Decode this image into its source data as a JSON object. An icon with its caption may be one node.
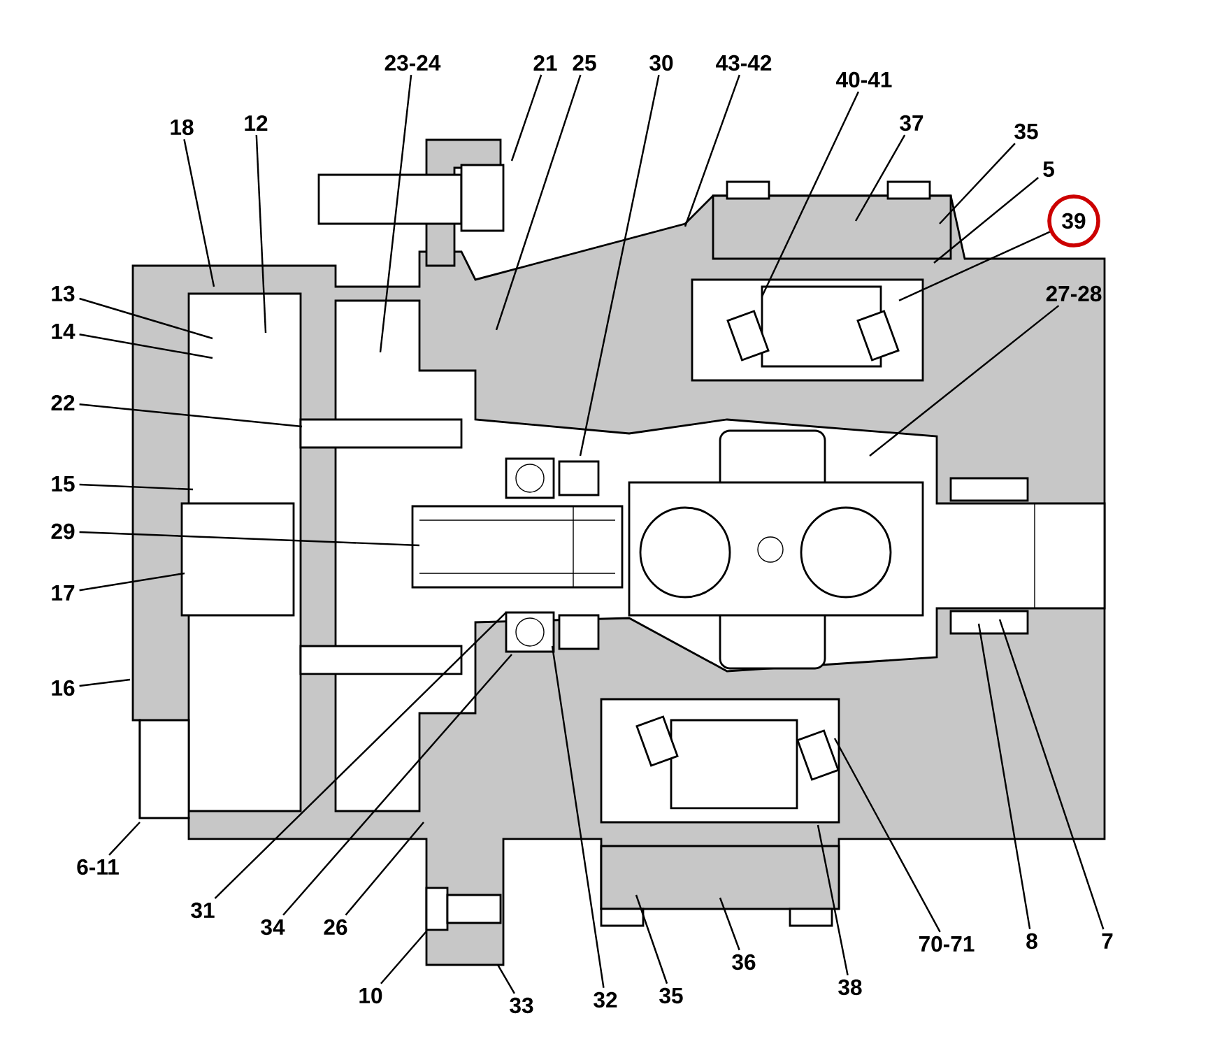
{
  "diagram": {
    "nodes": [
      {
        "text": [
          "23-24"
        ]
      },
      {
        "text": [
          "21"
        ]
      },
      {
        "text": [
          "25"
        ]
      },
      {
        "text": [
          "30"
        ]
      },
      {
        "text": [
          "43-42"
        ]
      },
      {
        "text": [
          "40-41"
        ]
      },
      {
        "text": [
          "37"
        ]
      },
      {
        "text": [
          "18"
        ]
      },
      {
        "text": [
          "12"
        ]
      },
      {
        "text": [
          "35"
        ]
      },
      {
        "text": [
          "5"
        ]
      },
      {
        "text": [
          "39"
        ]
      },
      {
        "text": [
          "13"
        ]
      },
      {
        "text": [
          "27-28"
        ]
      },
      {
        "text": [
          "14"
        ]
      },
      {
        "text": [
          "22"
        ]
      },
      {
        "text": [
          "15"
        ]
      },
      {
        "text": [
          "29"
        ]
      },
      {
        "text": [
          "17"
        ]
      },
      {
        "text": [
          "16"
        ]
      },
      {
        "text": [
          "6-11"
        ]
      },
      {
        "text": [
          "31"
        ]
      },
      {
        "text": [
          "34"
        ]
      },
      {
        "text": [
          "26"
        ]
      },
      {
        "text": [
          "70-71"
        ]
      },
      {
        "text": [
          "8"
        ]
      },
      {
        "text": [
          "7"
        ]
      },
      {
        "text": [
          "36"
        ]
      },
      {
        "text": [
          "38"
        ]
      },
      {
        "text": [
          "10"
        ]
      },
      {
        "text": [
          "33"
        ]
      },
      {
        "text": [
          "32"
        ]
      },
      {
        "text": [
          "35"
        ]
      }
    ],
    "edges": [
      {
        "from": 0,
        "to": null,
        "arrow": "none"
      },
      {
        "from": 1,
        "to": null,
        "arrow": "none"
      },
      {
        "from": 2,
        "to": null,
        "arrow": "none"
      },
      {
        "from": 3,
        "to": null,
        "arrow": "none"
      },
      {
        "from": 4,
        "to": null,
        "arrow": "none"
      },
      {
        "from": 5,
        "to": null,
        "arrow": "none"
      },
      {
        "from": 6,
        "to": null,
        "arrow": "none"
      },
      {
        "from": 7,
        "to": null,
        "arrow": "none"
      },
      {
        "from": 8,
        "to": null,
        "arrow": "none"
      },
      {
        "from": 9,
        "to": null,
        "arrow": "none"
      },
      {
        "from": 10,
        "to": null,
        "arrow": "none"
      },
      {
        "from": 11,
        "to": null,
        "arrow": "none"
      },
      {
        "from": 12,
        "to": null,
        "arrow": "none"
      },
      {
        "from": 13,
        "to": null,
        "arrow": "none"
      },
      {
        "from": 14,
        "to": null,
        "arrow": "none"
      },
      {
        "from": 15,
        "to": null,
        "arrow": "none"
      },
      {
        "from": 16,
        "to": null,
        "arrow": "none"
      },
      {
        "from": 17,
        "to": null,
        "arrow": "none"
      },
      {
        "from": 18,
        "to": null,
        "arrow": "none"
      },
      {
        "from": 19,
        "to": null,
        "arrow": "none"
      },
      {
        "from": 20,
        "to": null,
        "arrow": "none"
      },
      {
        "from": 21,
        "to": null,
        "arrow": "none"
      },
      {
        "from": 22,
        "to": null,
        "arrow": "none"
      },
      {
        "from": 23,
        "to": null,
        "arrow": "none"
      },
      {
        "from": 24,
        "to": null,
        "arrow": "none"
      },
      {
        "from": 25,
        "to": null,
        "arrow": "none"
      },
      {
        "from": 26,
        "to": null,
        "arrow": "none"
      },
      {
        "from": 27,
        "to": null,
        "arrow": "none"
      },
      {
        "from": 28,
        "to": null,
        "arrow": "none"
      },
      {
        "from": 29,
        "to": null,
        "arrow": "none"
      },
      {
        "from": 30,
        "to": null,
        "arrow": "none"
      },
      {
        "from": 31,
        "to": null,
        "arrow": "none"
      },
      {
        "from": 32,
        "to": null,
        "arrow": "none"
      }
    ]
  }
}
